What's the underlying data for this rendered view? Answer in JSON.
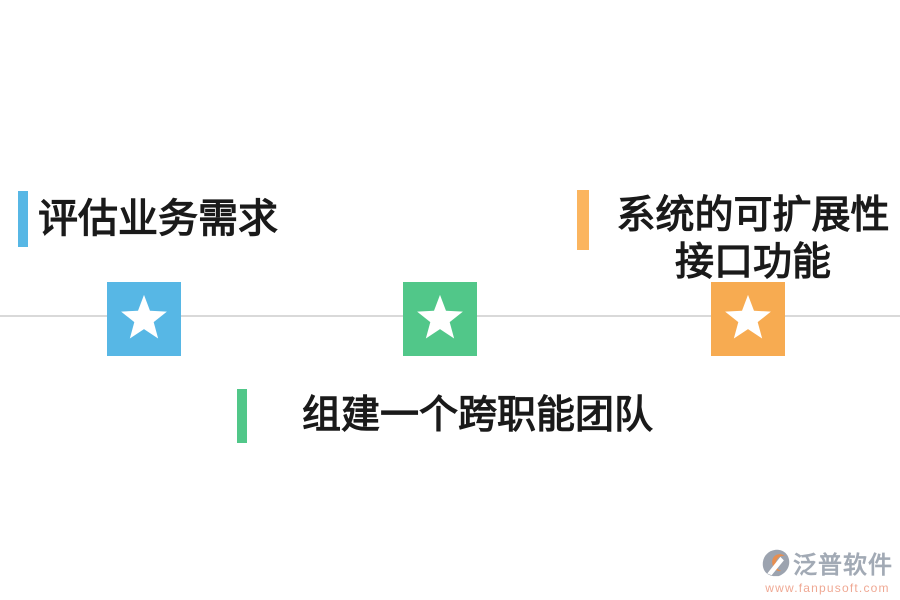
{
  "canvas": {
    "background": "#ffffff",
    "timeline_color": "#d9d9d9"
  },
  "callouts": {
    "left": {
      "text": "评估业务需求",
      "accent_color": "#57b7e5"
    },
    "right": {
      "line1": "系统的可扩展性",
      "line2": "接口功能",
      "accent_color": "#fbb55f"
    },
    "bottom": {
      "text": "组建一个跨职能团队",
      "accent_color": "#51c789"
    }
  },
  "markers": [
    {
      "name": "marker-1",
      "icon": "star-icon",
      "color": "#57b7e5"
    },
    {
      "name": "marker-2",
      "icon": "star-icon",
      "color": "#51c789"
    },
    {
      "name": "marker-3",
      "icon": "star-icon",
      "color": "#f7ab51"
    }
  ],
  "watermark": {
    "brand": "泛普软件",
    "url": "www.fanpusoft.com",
    "brand_color": "#99a1ad",
    "url_color": "#ee9f88",
    "logo_gray": "#929aa7",
    "logo_orange": "#e5823e"
  }
}
